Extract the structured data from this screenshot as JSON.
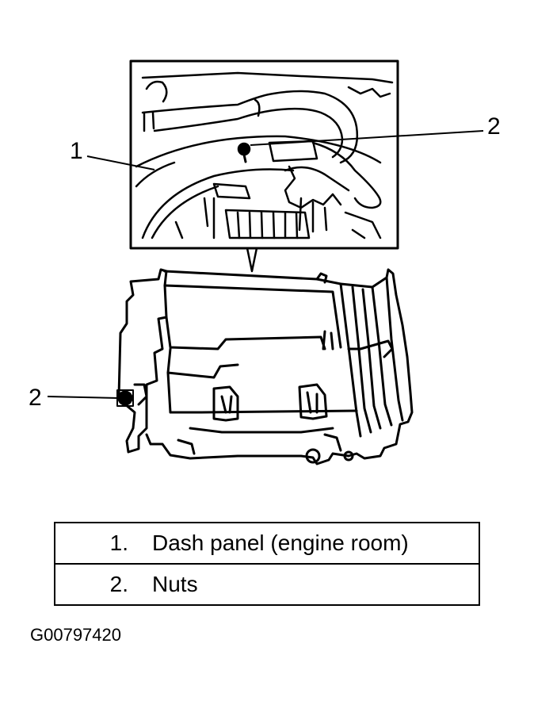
{
  "callouts": {
    "top_dash_panel": "1",
    "top_nut": "2",
    "left_nut": "2"
  },
  "legend": {
    "rows": [
      {
        "number": "1.",
        "text": "Dash panel (engine room)"
      },
      {
        "number": "2.",
        "text": "Nuts"
      }
    ]
  },
  "figure_id": "G00797420",
  "colors": {
    "ink": "#000000",
    "background": "#ffffff"
  }
}
